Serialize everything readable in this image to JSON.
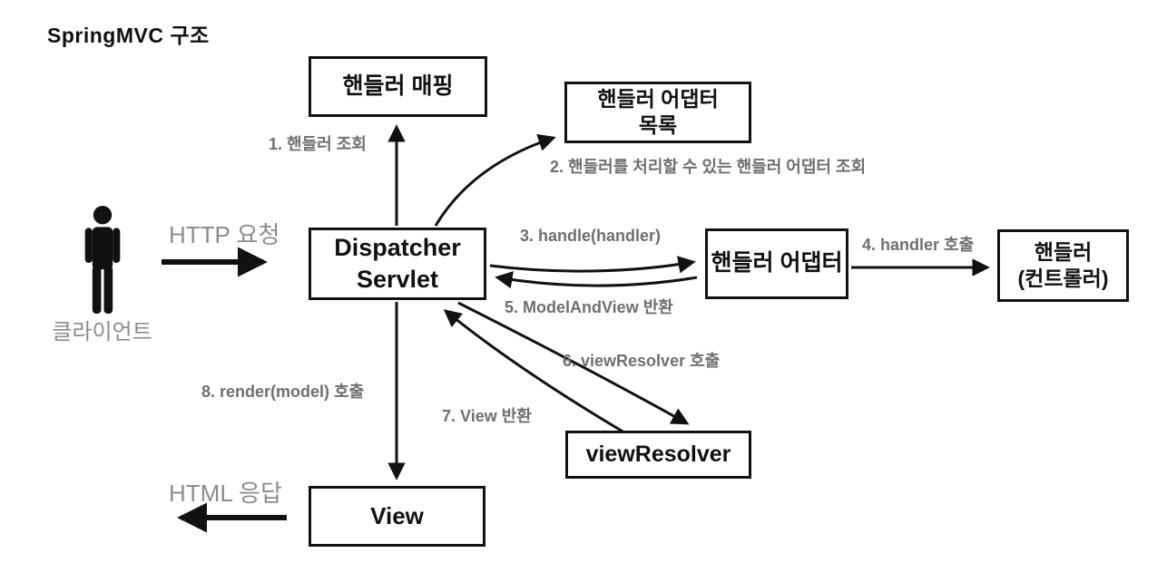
{
  "title": "SpringMVC 구조",
  "client": {
    "label": "클라이언트"
  },
  "flow_labels": {
    "http_request": "HTTP 요청",
    "html_response": "HTML 응답"
  },
  "boxes": {
    "handler_mapping": {
      "label": "핸들러 매핑"
    },
    "handler_adapter_list": {
      "line1": "핸들러 어댑터",
      "line2": "목록"
    },
    "dispatcher_servlet": {
      "line1": "Dispatcher",
      "line2": "Servlet"
    },
    "handler_adapter": {
      "label": "핸들러 어댑터"
    },
    "handler": {
      "line1": "핸들러",
      "line2": "(컨트롤러)"
    },
    "view_resolver": {
      "label": "viewResolver"
    },
    "view": {
      "label": "View"
    }
  },
  "steps": {
    "s1": "1. 핸들러 조회",
    "s2": "2. 핸들러를 처리할 수 있는 핸들러 어댑터 조회",
    "s3": "3. handle(handler)",
    "s4": "4. handler 호출",
    "s5": "5. ModelAndView 반환",
    "s6": "6. viewResolver 호출",
    "s7": "7. View 반환",
    "s8": "8. render(model) 호출"
  },
  "colors": {
    "box_border": "#111111",
    "box_text": "#111111",
    "step_label": "#6f6f6f",
    "flow_label": "#8c8c8c",
    "arrow": "#111111",
    "background": "#ffffff"
  }
}
